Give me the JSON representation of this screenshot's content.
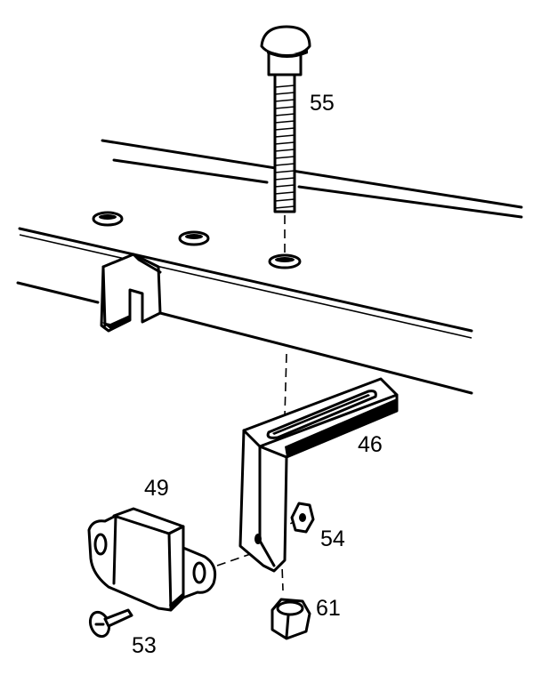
{
  "parts": {
    "bolt": {
      "label": "55"
    },
    "bracket": {
      "label": "46"
    },
    "block": {
      "label": "49"
    },
    "lock_washer": {
      "label": "54"
    },
    "screw": {
      "label": "53"
    },
    "nut": {
      "label": "61"
    }
  }
}
